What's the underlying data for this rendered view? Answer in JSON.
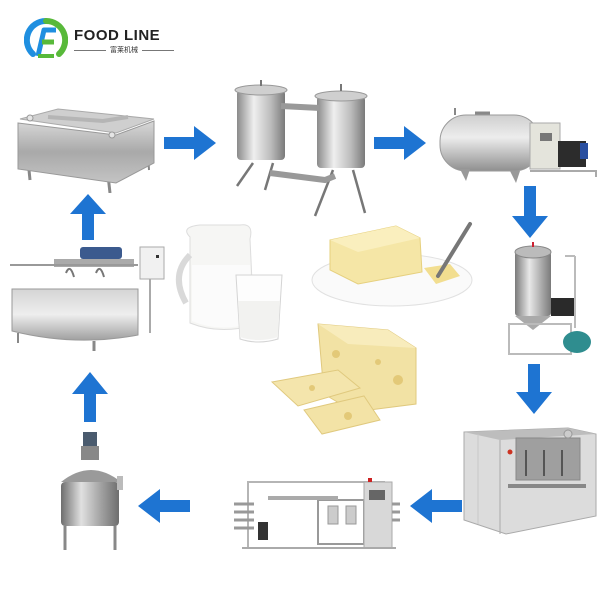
{
  "brand": {
    "name": "FOOD LINE",
    "subtitle": "富莱机械",
    "colors": {
      "blue": "#1f8fe0",
      "green": "#58b93a",
      "text": "#222222"
    }
  },
  "diagram": {
    "type": "process-flow",
    "direction": "clockwise",
    "arrow_color": "#1e74d2",
    "steps": [
      {
        "id": 1,
        "name": "milk-receiving-tank",
        "position": "top-left"
      },
      {
        "id": 2,
        "name": "duplex-milk-filter",
        "position": "top-center"
      },
      {
        "id": 3,
        "name": "horizontal-milk-cooling-tank",
        "position": "top-right"
      },
      {
        "id": 4,
        "name": "vacuum-degassing-tank",
        "position": "right-middle"
      },
      {
        "id": 5,
        "name": "high-pressure-homogenizer",
        "position": "bottom-right"
      },
      {
        "id": 6,
        "name": "tubular-uht-sterilizer",
        "position": "bottom-center"
      },
      {
        "id": 7,
        "name": "jacketed-mixing-tank",
        "position": "bottom-left"
      },
      {
        "id": 8,
        "name": "cheese-vat",
        "position": "left-middle"
      }
    ],
    "arrows": [
      {
        "from": 1,
        "to": 2,
        "dir": "right"
      },
      {
        "from": 2,
        "to": 3,
        "dir": "right"
      },
      {
        "from": 3,
        "to": 4,
        "dir": "down"
      },
      {
        "from": 4,
        "to": 5,
        "dir": "down"
      },
      {
        "from": 5,
        "to": 6,
        "dir": "left"
      },
      {
        "from": 6,
        "to": 7,
        "dir": "left"
      },
      {
        "from": 7,
        "to": 8,
        "dir": "up"
      },
      {
        "from": 8,
        "to": 1,
        "dir": "up"
      }
    ],
    "center_products": [
      "milk-jug-and-glass",
      "butter-on-plate",
      "swiss-cheese-block"
    ]
  }
}
